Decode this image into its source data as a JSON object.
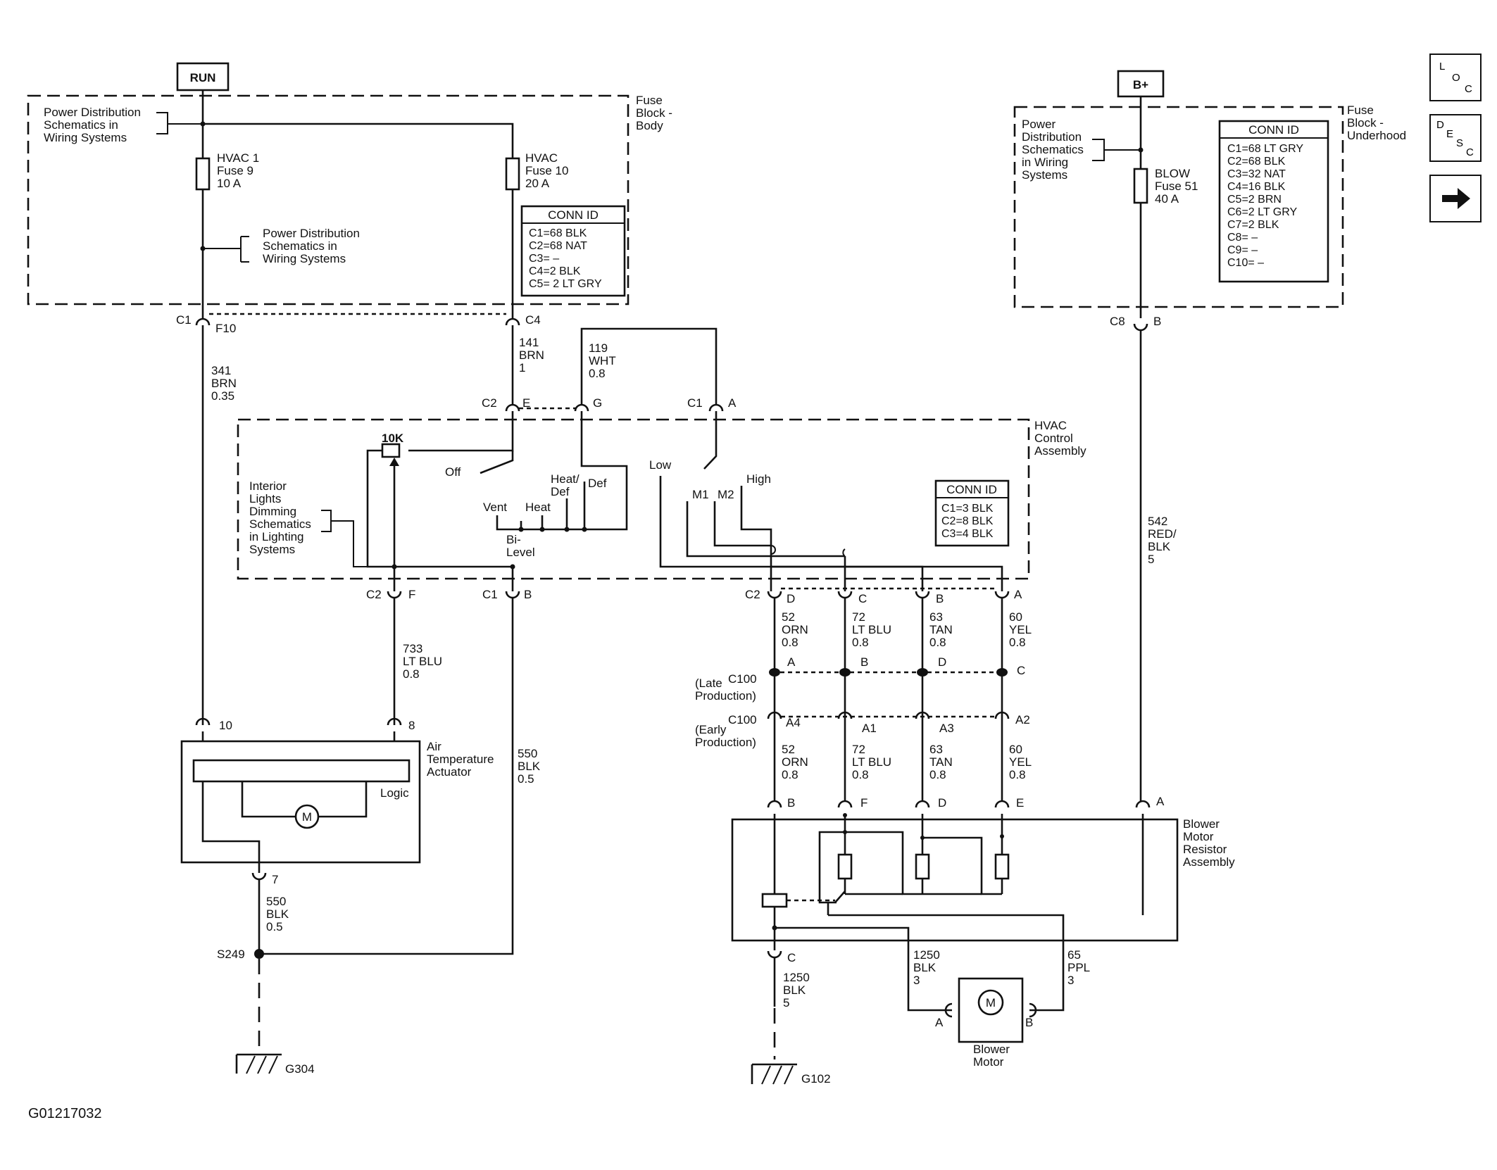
{
  "nav": {
    "loc": {
      "l1": "L",
      "l2": "O",
      "l3": "C"
    },
    "desc": {
      "l1": "D",
      "l2": "E",
      "l3": "S",
      "l4": "C"
    }
  },
  "power": {
    "run": "RUN",
    "bplus": "B+"
  },
  "fuse_block_body": {
    "title": [
      "Fuse",
      "Block -",
      "Body"
    ],
    "pd_ref_top": [
      "Power Distribution",
      "Schematics in",
      "Wiring  Systems"
    ],
    "pd_ref_mid": [
      "Power Distribution",
      "Schematics in",
      "Wiring  Systems"
    ],
    "fuse1": [
      "HVAC 1",
      "Fuse 9",
      "10 A"
    ],
    "fuse2": [
      "HVAC",
      "Fuse 10",
      "20 A"
    ],
    "conn": {
      "header": "CONN ID",
      "rows": [
        "C1=68 BLK",
        "C2=68 NAT",
        "C3= –",
        "C4=2 BLK",
        "C5= 2 LT GRY"
      ]
    }
  },
  "fuse_block_underhood": {
    "title": [
      "Fuse",
      "Block -",
      "Underhood"
    ],
    "pd_ref": [
      "Power",
      "Distribution",
      "Schematics",
      "in Wiring",
      "Systems"
    ],
    "fuse": [
      "BLOW",
      "Fuse 51",
      "40 A"
    ],
    "conn": {
      "header": "CONN ID",
      "rows": [
        "C1=68 LT GRY",
        "C2=68 BLK",
        "C3=32 NAT",
        "C4=16 BLK",
        "C5=2 BRN",
        "C6=2 LT GRY",
        "C7=2 BLK",
        "C8= –",
        "C9= –",
        "C10= –"
      ]
    }
  },
  "hvac_control": {
    "title": [
      "HVAC",
      "Control",
      "Assembly"
    ],
    "resistor": "10K",
    "interior_ref": [
      "Interior",
      "Lights",
      "Dimming",
      "Schematics",
      "in Lighting",
      "Systems"
    ],
    "modes": {
      "off": "Off",
      "vent": "Vent",
      "heat": "Heat",
      "heat_def": [
        "Heat/",
        "Def"
      ],
      "def": "Def",
      "bilevel": [
        "Bi-",
        "Level"
      ]
    },
    "fan": {
      "low": "Low",
      "m1": "M1",
      "m2": "M2",
      "high": "High"
    },
    "conn": {
      "header": "CONN ID",
      "rows": [
        "C1=3 BLK",
        "C2=8 BLK",
        "C3=4 BLK"
      ]
    }
  },
  "connectors": {
    "c1_body": "C1",
    "f10": "F10",
    "c4_body": "C4",
    "c2_hvac_top": "C2",
    "e": "E",
    "g": "G",
    "c1_hvac_top": "C1",
    "a_top": "A",
    "c2_hvac_bot": "C2",
    "f": "F",
    "c1_hvac_bot": "C1",
    "b_bot": "B",
    "c2_fan": "C2",
    "d": "D",
    "c": "C",
    "b": "B",
    "a": "A",
    "c8": "C8",
    "b_fuse": "B",
    "c100_late": "C100",
    "late_label": [
      "(Late",
      "Production)"
    ],
    "late_pins": [
      "A",
      "B",
      "D",
      "C"
    ],
    "c100_early": "C100",
    "early_label": [
      "(Early",
      "Production)"
    ],
    "early_pins": [
      "A4",
      "A1",
      "A3",
      "A2"
    ],
    "resistor_pins": [
      "B",
      "F",
      "D",
      "E"
    ],
    "resistor_a": "A",
    "resistor_c": "C",
    "actuator_10": "10",
    "actuator_8": "8",
    "actuator_7": "7",
    "motor_a": "A",
    "motor_b": "B"
  },
  "wires": {
    "w341": [
      "341",
      "BRN",
      "0.35"
    ],
    "w141": [
      "141",
      "BRN",
      "1"
    ],
    "w119": [
      "119",
      "WHT",
      "0.8"
    ],
    "w733": [
      "733",
      "LT BLU",
      "0.8"
    ],
    "w550_a": [
      "550",
      "BLK",
      "0.5"
    ],
    "w550_b": [
      "550",
      "BLK",
      "0.5"
    ],
    "w542": [
      "542",
      "RED/",
      "BLK",
      "5"
    ],
    "fan_upper": [
      [
        "52",
        "ORN",
        "0.8"
      ],
      [
        "72",
        "LT BLU",
        "0.8"
      ],
      [
        "63",
        "TAN",
        "0.8"
      ],
      [
        "60",
        "YEL",
        "0.8"
      ]
    ],
    "fan_lower": [
      [
        "52",
        "ORN",
        "0.8"
      ],
      [
        "72",
        "LT BLU",
        "0.8"
      ],
      [
        "63",
        "TAN",
        "0.8"
      ],
      [
        "60",
        "YEL",
        "0.8"
      ]
    ],
    "w1250_a": [
      "1250",
      "BLK",
      "3"
    ],
    "w1250_b": [
      "1250",
      "BLK",
      "5"
    ],
    "w65": [
      "65",
      "PPL",
      "3"
    ]
  },
  "actuator": {
    "title": [
      "Air",
      "Temperature",
      "Actuator"
    ],
    "logic": "Logic",
    "motor": "M"
  },
  "blower_resistor": {
    "title": [
      "Blower",
      "Motor",
      "Resistor",
      "Assembly"
    ]
  },
  "blower_motor": {
    "title": [
      "Blower",
      "Motor"
    ],
    "motor": "M"
  },
  "grounds": {
    "splice": "S249",
    "g304": "G304",
    "g102": "G102"
  },
  "diagram_id": "G01217032"
}
